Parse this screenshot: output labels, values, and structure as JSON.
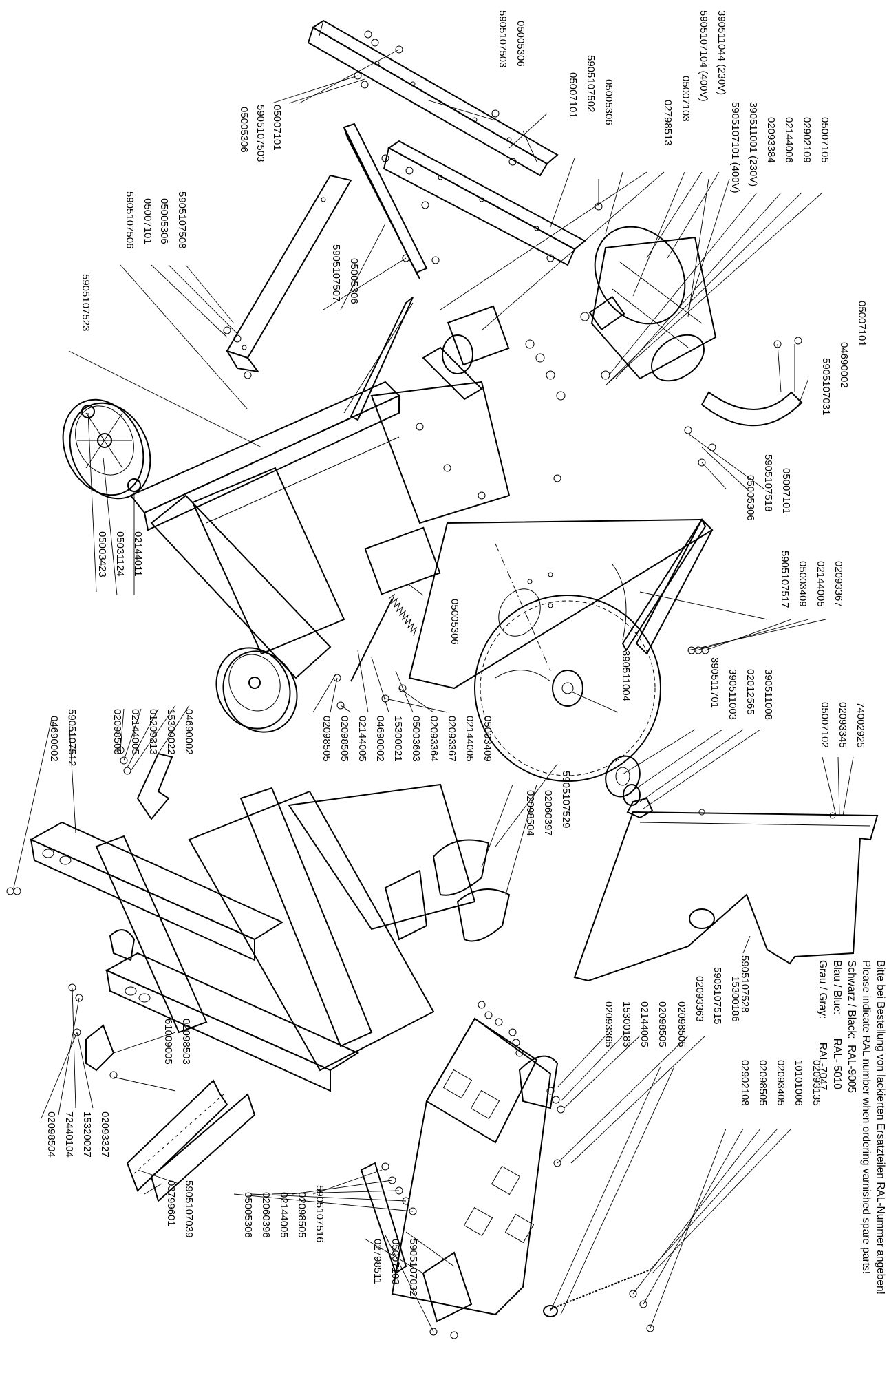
{
  "note": {
    "line1": "Bitte bei Bestellung von lackierten Ersatzteilen RAL-Nummer angeben!",
    "line2": "Please indicate RAL number when ordering varnished spare parts!",
    "line3": "Schwarz / Black:  RAL-9005",
    "line4": "Blau / Blue:        RAL- 5010",
    "line5": "Grau / Gray:        RAL-7047"
  },
  "part_labels": [
    "390511044 (230V)",
    "5905107104 (400V)",
    "05007103",
    "02798513",
    "05005306",
    "5905107502",
    "05007101",
    "05005306",
    "5905107503",
    "05005306",
    "05007101",
    "5905107503",
    "05007105",
    "02902109",
    "02144006",
    "02093384",
    "390511001 (230V)",
    "5905107101 (400V)",
    "5905107508",
    "05005306",
    "05007101",
    "5905107506",
    "5905107523",
    "05005306",
    "5905107507",
    "05007101",
    "04690002",
    "5905107031",
    "05007101",
    "5905107518",
    "05005306",
    "02093367",
    "02144005",
    "05003409",
    "5905107517",
    "02144011",
    "05031124",
    "05003423",
    "05005306",
    "390511004",
    "390511701",
    "390511003",
    "02012565",
    "390511008",
    "74002925",
    "02093345",
    "05007102",
    "02098505",
    "02098505",
    "02144005",
    "04690002",
    "15300021",
    "05003603",
    "02093364",
    "02093367",
    "02144005",
    "05003409",
    "04690002",
    "15300022",
    "01209313",
    "02144005",
    "02098505",
    "5905107512",
    "04690002",
    "5905107529",
    "02060397",
    "02098504",
    "5905107528",
    "02098505",
    "02144005",
    "15300183",
    "02093365",
    "15300186",
    "5905107515",
    "02093363",
    "02098505",
    "02093135",
    "10101006",
    "02093405",
    "02098505",
    "02902108",
    "02098503",
    "61009005",
    "02093327",
    "15320027",
    "72440104",
    "02098504",
    "5905107039",
    "03799601",
    "5905107516",
    "02098505",
    "02144005",
    "02060396",
    "05005306",
    "5905107032",
    "05007103",
    "02798511"
  ]
}
